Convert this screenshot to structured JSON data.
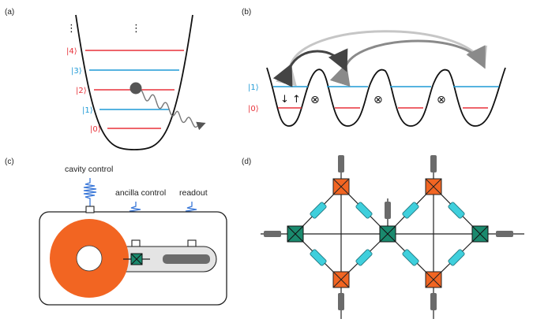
{
  "panels": {
    "a": {
      "label": "(a)",
      "vdots": "⋮",
      "levels": [
        {
          "text": "|4⟩",
          "color": "#e8323a"
        },
        {
          "text": "|3⟩",
          "color": "#1f9ad6"
        },
        {
          "text": "|2⟩",
          "color": "#e8323a"
        },
        {
          "text": "|1⟩",
          "color": "#1f9ad6"
        },
        {
          "text": "|0⟩",
          "color": "#e8323a"
        }
      ]
    },
    "b": {
      "label": "(b)",
      "kets": [
        {
          "text": "|1⟩",
          "color": "#1f9ad6"
        },
        {
          "text": "|0⟩",
          "color": "#e8323a"
        }
      ],
      "spins": "↓ ↑",
      "tensor": "⊗"
    },
    "c": {
      "label": "(c)",
      "cavity_control": "cavity control",
      "ancilla_control": "ancilla control",
      "readout": "readout"
    },
    "d": {
      "label": "(d)"
    }
  },
  "colors": {
    "red_level": "#e8323a",
    "blue_level": "#1f9ad6",
    "orange": "#f26522",
    "teal": "#1a8a6e",
    "cyan": "#3fcfdc",
    "grey": "#6b6b6b",
    "pulse": "#3b78d8"
  },
  "icons": {
    "ancilla": "crossed-square-icon",
    "coupler": "crossed-square-icon"
  }
}
